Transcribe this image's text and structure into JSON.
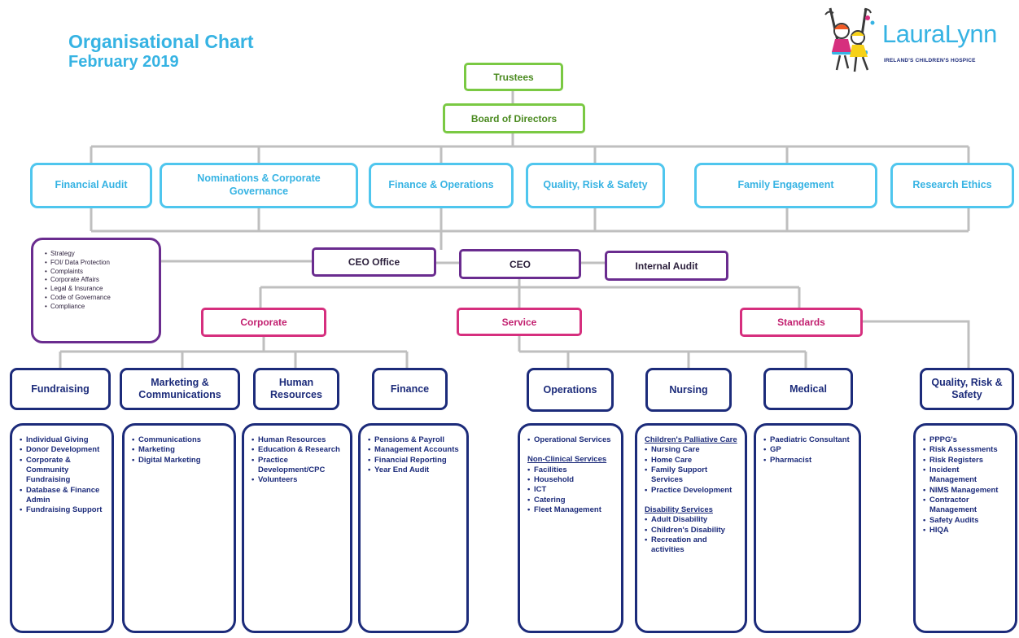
{
  "title": "Organisational Chart",
  "subtitle": "February 2019",
  "logo": {
    "name": "LauraLynn",
    "tagline": "IRELAND'S CHILDREN'S HOSPICE"
  },
  "colors": {
    "green": "#7ac943",
    "cyan": "#4fc6ee",
    "purple": "#6a2c8f",
    "pink": "#d62f7e",
    "navy": "#1c2b7a",
    "connector": "#bfbfbf"
  },
  "governance": {
    "trustees": "Trustees",
    "board": "Board of Directors"
  },
  "committees": [
    "Financial Audit",
    "Nominations & Corporate Governance",
    "Finance & Operations",
    "Quality, Risk & Safety",
    "Family Engagement",
    "Research Ethics"
  ],
  "executive": {
    "ceo_office": "CEO Office",
    "ceo": "CEO",
    "internal_audit": "Internal Audit"
  },
  "ceo_office_items": [
    "Strategy",
    "FOI/ Data Protection",
    "Complaints",
    "Corporate Affairs",
    "Legal & Insurance",
    "Code of Governance",
    "Compliance"
  ],
  "divisions": {
    "corporate": "Corporate",
    "service": "Service",
    "standards": "Standards"
  },
  "departments": {
    "fundraising": "Fundraising",
    "marketing": "Marketing & Communications",
    "hr": "Human Resources",
    "finance": "Finance",
    "operations": "Operations",
    "nursing": "Nursing",
    "medical": "Medical",
    "quality": "Quality, Risk & Safety"
  },
  "lists": {
    "fundraising": [
      "Individual Giving",
      "Donor Development",
      "Corporate & Community Fundraising",
      "Database & Finance Admin",
      "Fundraising Support"
    ],
    "marketing": [
      "Communications",
      "Marketing",
      "Digital Marketing"
    ],
    "hr": [
      "Human Resources",
      "Education & Research",
      "Practice Development/CPC",
      "Volunteers"
    ],
    "finance": [
      "Pensions & Payroll",
      "Management Accounts",
      "Financial Reporting",
      "Year End Audit"
    ],
    "operations": {
      "top": [
        "Operational Services"
      ],
      "heading": "Non-Clinical Services",
      "items": [
        "Facilities",
        "Household",
        "ICT",
        "Catering",
        "Fleet Management"
      ]
    },
    "nursing": {
      "heading1": "Children's Palliative Care",
      "items1": [
        "Nursing Care",
        "Home Care",
        "Family Support Services",
        "Practice Development"
      ],
      "heading2": "Disability Services",
      "items2": [
        "Adult Disability",
        "Children's Disability",
        "Recreation and activities"
      ]
    },
    "medical": [
      "Paediatric Consultant",
      "GP",
      "Pharmacist"
    ],
    "quality": [
      "PPPG's",
      "Risk Assessments",
      "Risk Registers",
      "Incident Management",
      "NIMS Management",
      "Contractor Management",
      "Safety Audits",
      "HIQA"
    ]
  }
}
